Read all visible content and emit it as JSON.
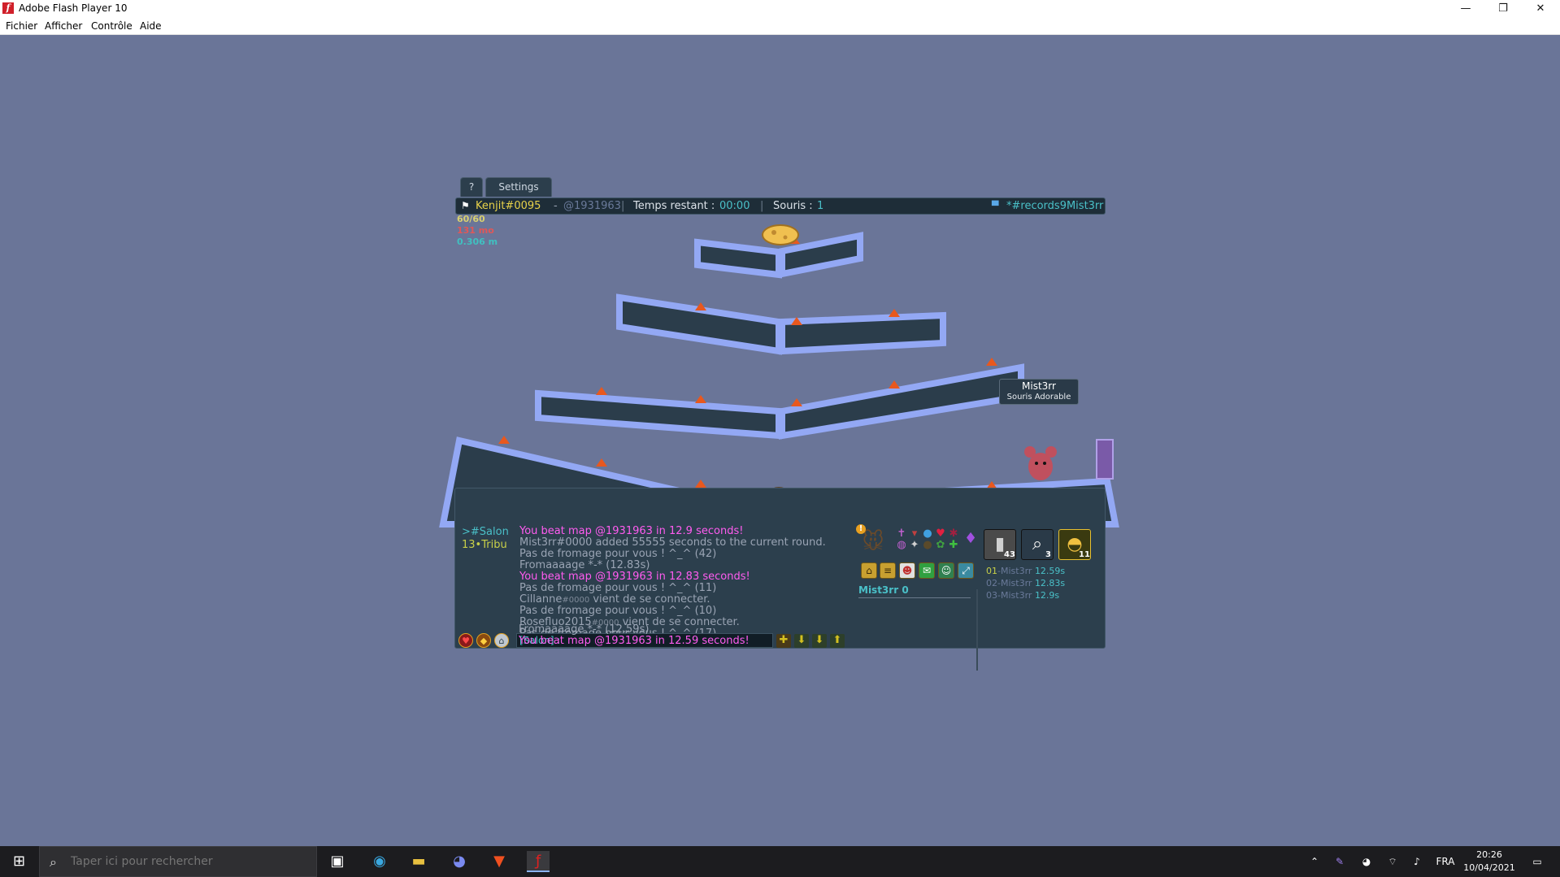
{
  "window": {
    "title": "Adobe Flash Player 10",
    "controls": {
      "minimize": "—",
      "restore": "❐",
      "close": "✕"
    }
  },
  "menu": [
    "Fichier",
    "Afficher",
    "Contrôle",
    "Aide"
  ],
  "tabs": {
    "help": "?",
    "settings": "Settings"
  },
  "topbar": {
    "player": "Kenjit#0095",
    "sep_dash": "-",
    "map": "@1931963",
    "sep1": "|",
    "time_label": "Temps restant :",
    "time_value": "00:00",
    "sep2": "|",
    "mice_label": "Souris :",
    "mice_value": "1",
    "room": "*#records9Mist3rr"
  },
  "stats": {
    "s1": "60/60",
    "s2": "131 mo",
    "s3": "0.306 m"
  },
  "tooltip": {
    "name": "Mist3rr",
    "title": "Souris Adorable"
  },
  "chat": {
    "channels": [
      ">#Salon",
      "13•Tribu"
    ],
    "messages": [
      {
        "text": "You beat map @1931963 in 12.9 seconds!",
        "color": "#ff5cf0"
      },
      {
        "text": "Mist3rr#0000 added 55555 seconds to the current round.",
        "color": "#9aa4b4"
      },
      {
        "text": "Pas de fromage pour vous ! ^_^ (42)",
        "color": "#9aa4b4"
      },
      {
        "text": "Fromaaaage *-* (12.83s)",
        "color": "#9aa4b4"
      },
      {
        "text": "You beat map @1931963 in 12.83 seconds!",
        "color": "#ff5cf0"
      },
      {
        "text": "Pas de fromage pour vous ! ^_^ (11)",
        "color": "#9aa4b4"
      },
      {
        "text": "Cillanne",
        "tag": "#0000",
        "rest": " vient de se connecter.",
        "color": "#9aa4b4"
      },
      {
        "text": "Pas de fromage pour vous ! ^_^ (10)",
        "color": "#9aa4b4"
      },
      {
        "text": "Rosefluo2015",
        "tag": "#0000",
        "rest": " vient de se connecter.",
        "color": "#9aa4b4"
      },
      {
        "text": "Pas de fromage pour vous ! ^_^ (17)",
        "color": "#9aa4b4"
      },
      {
        "text": "Fromaaaage *-* (12.59s)",
        "color": "#9aa4b4"
      },
      {
        "text": "You beat map @1931963 in 12.59 seconds!",
        "color": "#ff5cf0"
      }
    ],
    "input_prefix": "[Salon] :",
    "input_value": ""
  },
  "player_panel": {
    "name": "Mist3rr",
    "score": "0",
    "badges": {
      "tombstone": "43",
      "magnifier": "3",
      "cheese": "11"
    }
  },
  "ranking": [
    {
      "pos": "01",
      "sep": "-",
      "name": "Mist3rr",
      "time": "12.59s"
    },
    {
      "pos": "02",
      "sep": "-",
      "name": "Mist3rr",
      "time": "12.83s"
    },
    {
      "pos": "03",
      "sep": "-",
      "name": "Mist3rr",
      "time": "12.9s"
    }
  ],
  "taskbar": {
    "search_placeholder": "Taper ici pour rechercher",
    "lang": "FRA",
    "time": "20:26",
    "date": "10/04/2021"
  }
}
